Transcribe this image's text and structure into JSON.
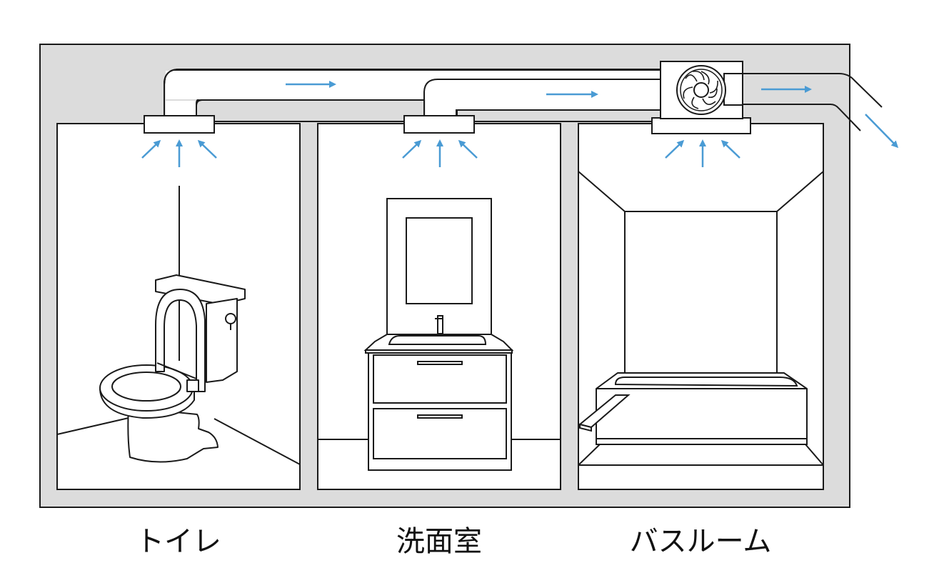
{
  "rooms": [
    {
      "label": "トイレ"
    },
    {
      "label": "洗面室"
    },
    {
      "label": "バスルーム"
    }
  ],
  "colors": {
    "wall": "#dcdcdc",
    "line": "#1a1a1a",
    "airflow": "#4a9bd4",
    "room": "#ffffff"
  },
  "icons": {
    "fan": "ventilation-fan-icon",
    "arrow": "airflow-arrow-icon"
  }
}
